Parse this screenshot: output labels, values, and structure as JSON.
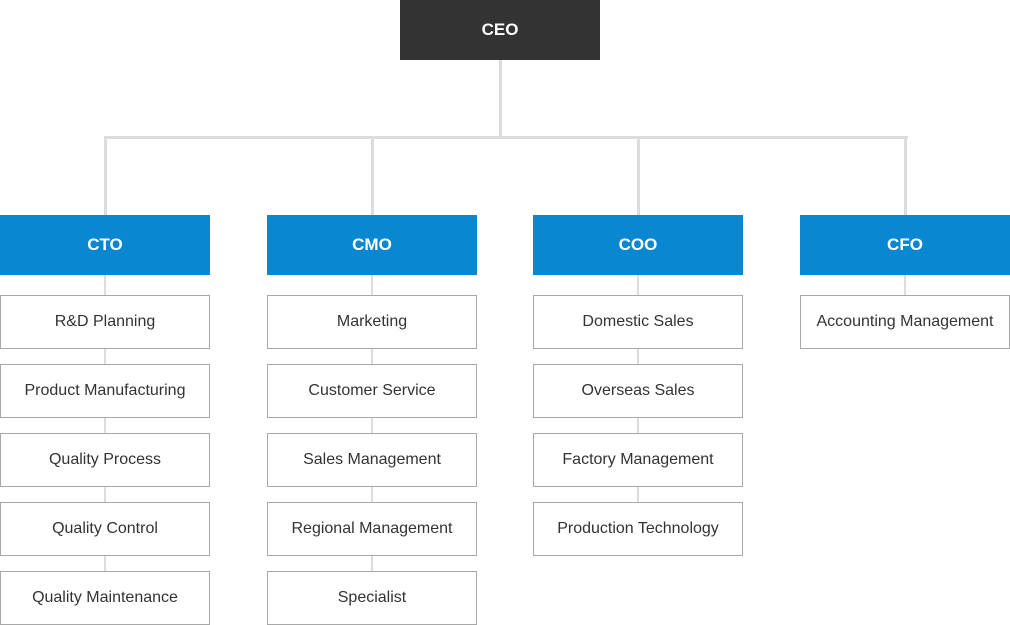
{
  "ceo": {
    "label": "CEO"
  },
  "executives": [
    {
      "label": "CTO",
      "departments": [
        "R&D Planning",
        "Product Manufacturing",
        "Quality Process",
        "Quality Control",
        "Quality Maintenance"
      ]
    },
    {
      "label": "CMO",
      "departments": [
        "Marketing",
        "Customer Service",
        "Sales Management",
        "Regional Management",
        "Specialist"
      ]
    },
    {
      "label": "COO",
      "departments": [
        "Domestic Sales",
        "Overseas Sales",
        "Factory Management",
        "Production Technology"
      ]
    },
    {
      "label": "CFO",
      "departments": [
        "Accounting Management"
      ]
    }
  ],
  "colors": {
    "ceo_box": "#333333",
    "exec_box": "#0a87d1",
    "connector": "#dcdcdc",
    "dept_border": "#a8a8a8"
  }
}
